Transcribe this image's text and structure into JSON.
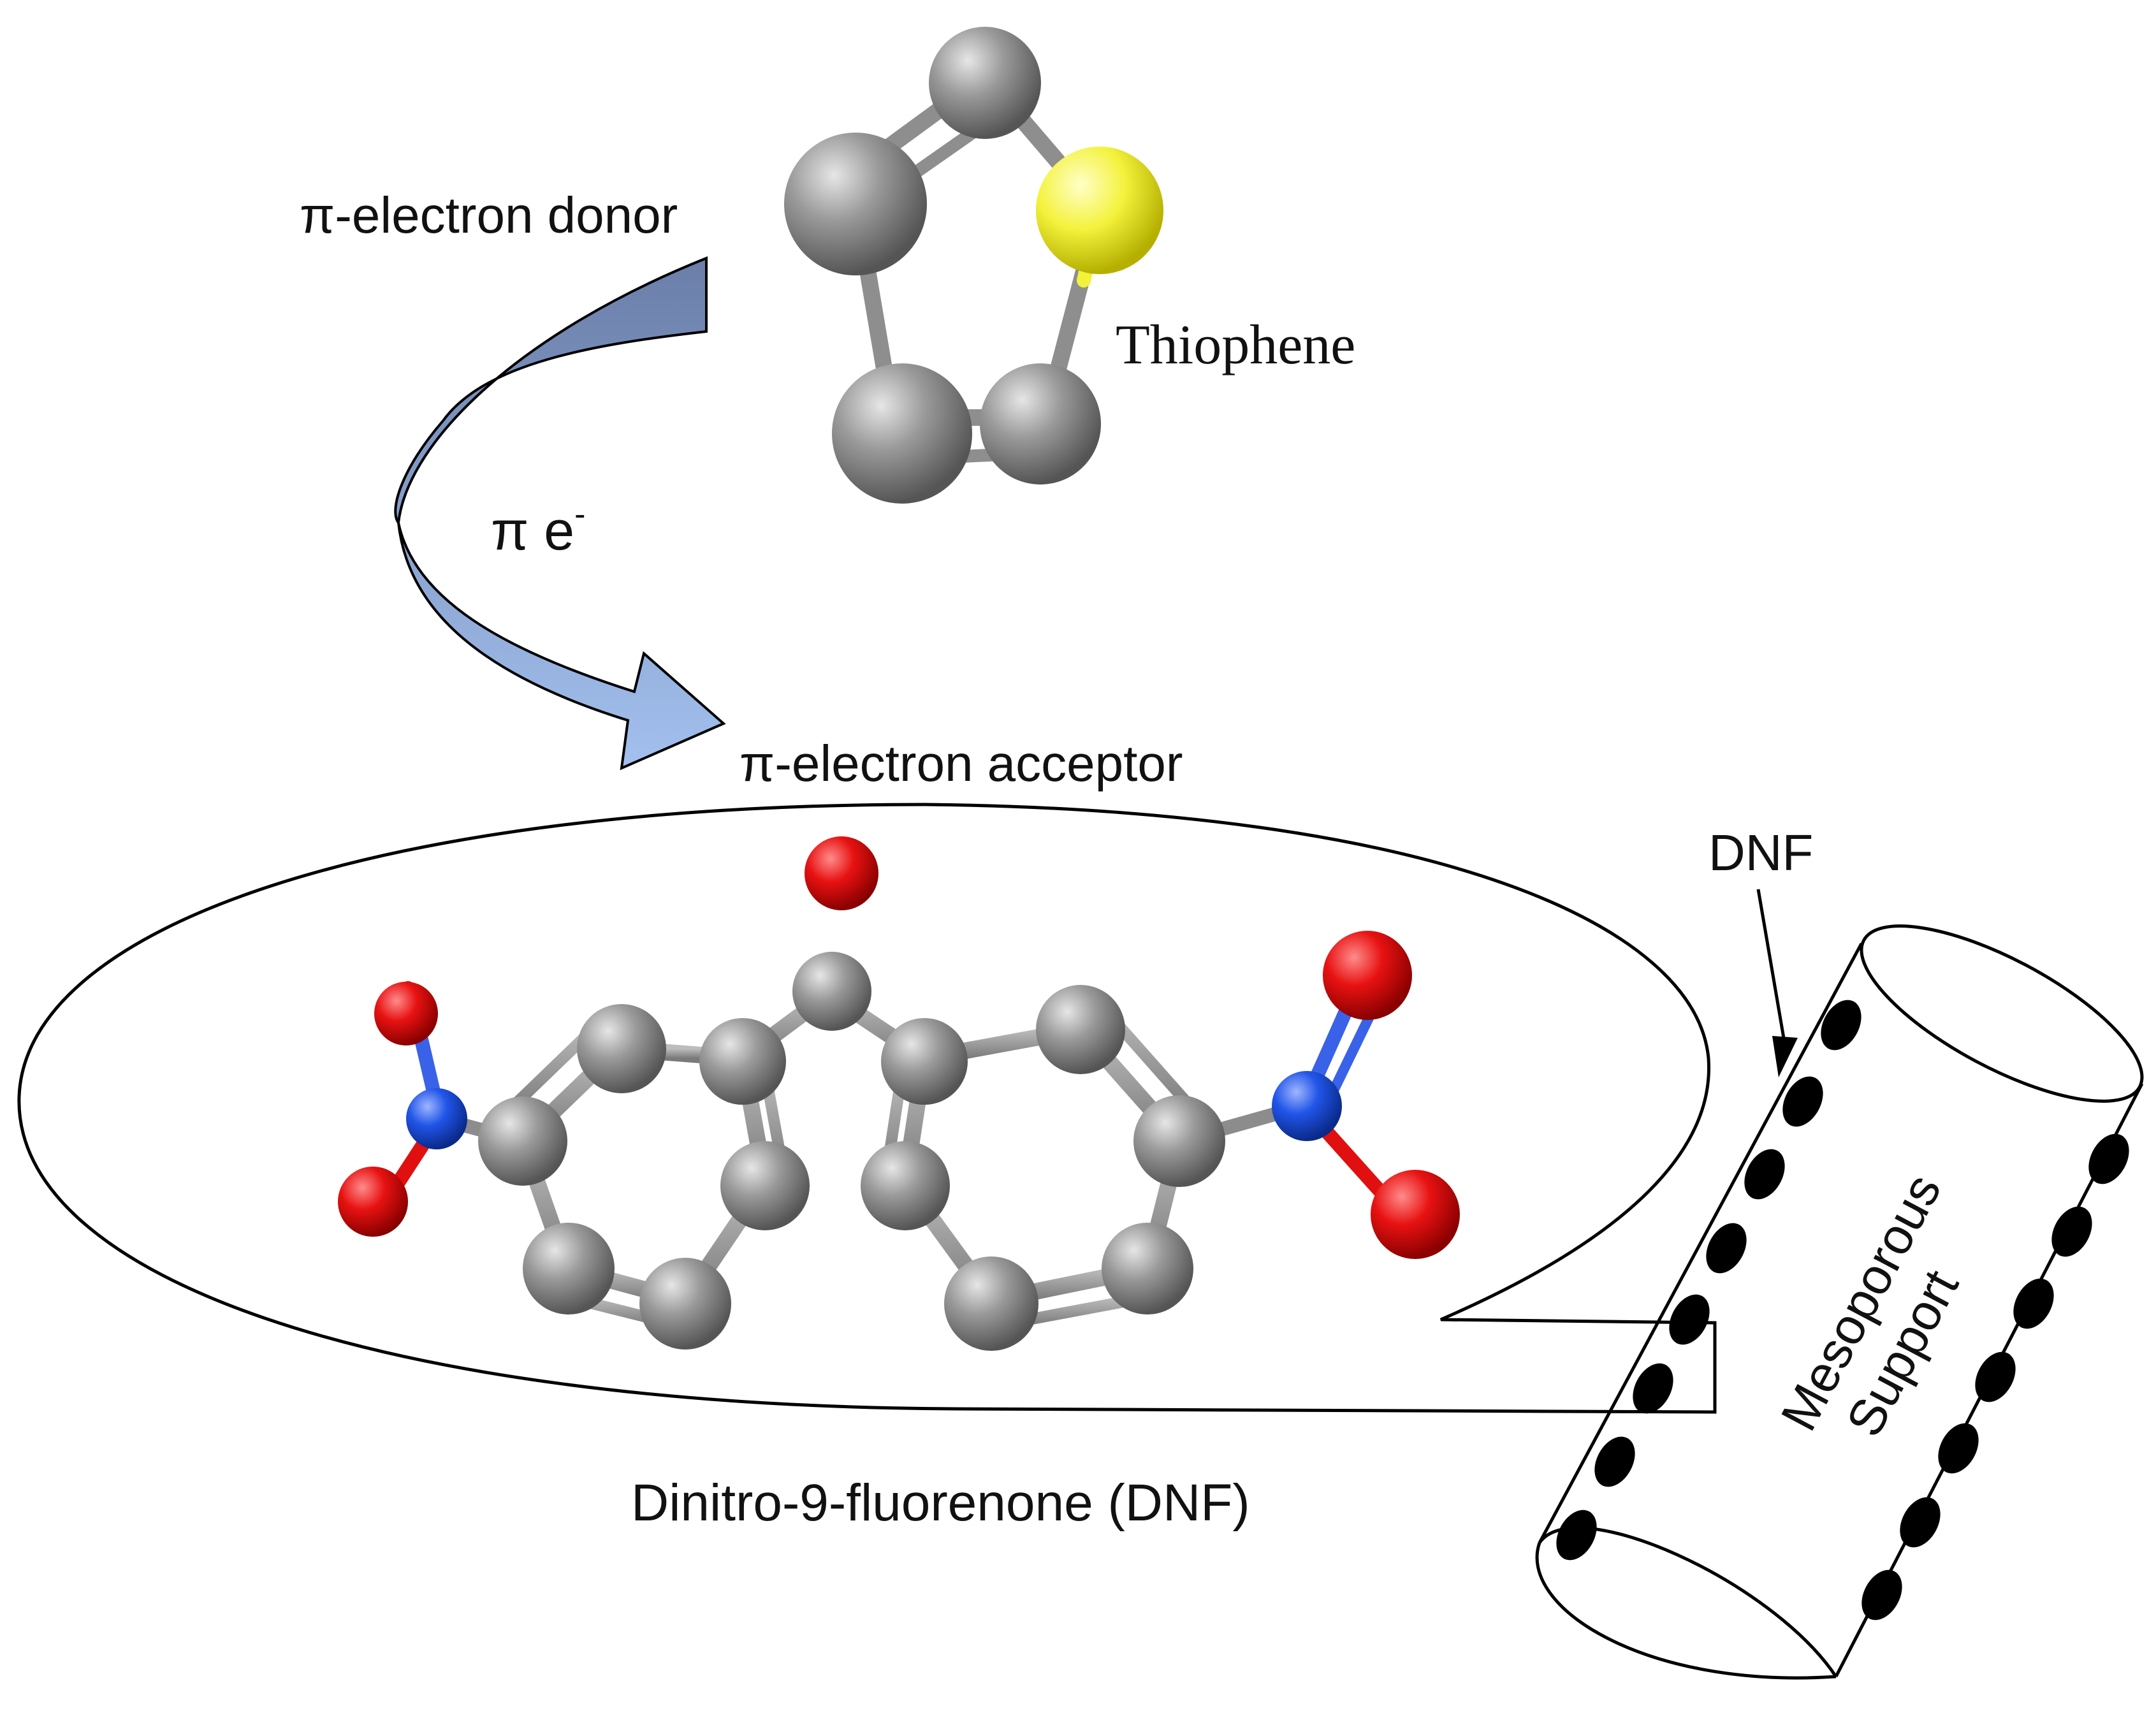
{
  "labels": {
    "donor": "π-electron donor",
    "thiophene": "Thiophene",
    "pi_symbol": "π e",
    "pi_superscript": "-",
    "acceptor": "π-electron acceptor",
    "dnf_arrow_label": "DNF",
    "dnf_full_name": "Dinitro-9-fluorenone (DNF)",
    "support_line1": "Mesoporous",
    "support_line2": "Support"
  },
  "colors": {
    "carbon": "#8c8c8c",
    "sulfur": "#f2f23a",
    "oxygen": "#e01010",
    "nitrogen": "#1f4fe0",
    "arrow_top": "#6f83ad",
    "arrow_bottom": "#9bb7e6",
    "outline": "#000000",
    "pore_dot": "#000000"
  },
  "molecules": {
    "donor": {
      "name_ref": "labels.thiophene",
      "atoms": [
        "C",
        "C",
        "C",
        "C",
        "S"
      ]
    },
    "acceptor": {
      "name_ref": "labels.dnf_full_name",
      "atoms": [
        "C",
        "C",
        "C",
        "C",
        "C",
        "C",
        "C",
        "C",
        "C",
        "C",
        "C",
        "C",
        "C",
        "O",
        "N",
        "N",
        "O",
        "O",
        "O",
        "O"
      ]
    }
  }
}
